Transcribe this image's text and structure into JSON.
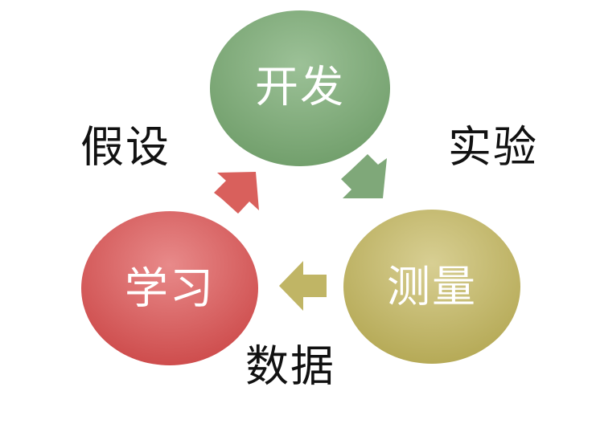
{
  "nodes": {
    "develop": {
      "label": "开发",
      "color_top": "#9cc197",
      "color_bottom": "#6f9d69"
    },
    "measure": {
      "label": "测量",
      "color_top": "#d8cf93",
      "color_bottom": "#b3a752"
    },
    "learn": {
      "label": "学习",
      "color_top": "#e88a8a",
      "color_bottom": "#cc4848"
    }
  },
  "edges": {
    "experiment": {
      "label": "实验",
      "arrow_color": "#7fa879"
    },
    "data": {
      "label": "数据",
      "arrow_color": "#c0b565"
    },
    "hypothesis": {
      "label": "假设",
      "arrow_color": "#d9605c"
    }
  }
}
